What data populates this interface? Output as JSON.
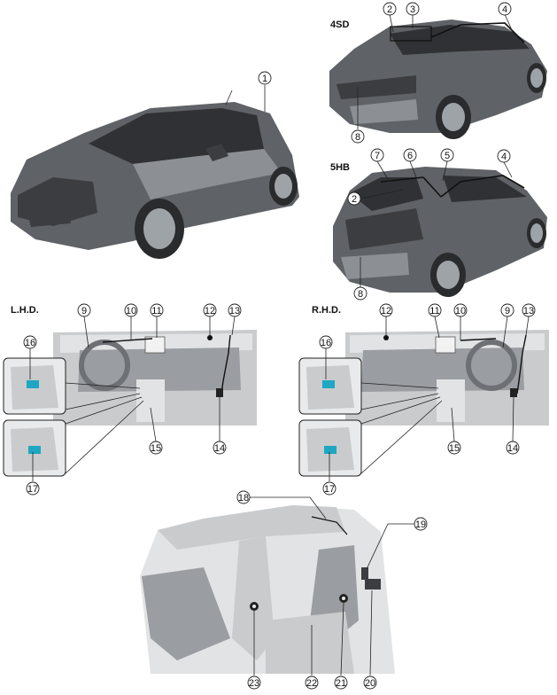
{
  "panels": {
    "sedan_title": "4SD",
    "hatch_title": "5HB",
    "lhd_title": "L.H.D.",
    "rhd_title": "R.H.D."
  },
  "callouts": {
    "c1": "1",
    "c2": "2",
    "c3": "3",
    "c4": "4",
    "c5": "5",
    "c6": "6",
    "c7": "7",
    "c8": "8",
    "c9": "9",
    "c10": "10",
    "c11": "11",
    "c12": "12",
    "c13": "13",
    "c14": "14",
    "c15": "15",
    "c16": "16",
    "c17": "17",
    "c18": "18",
    "c19": "19",
    "c20": "20",
    "c21": "21",
    "c22": "22",
    "c23": "23"
  },
  "colors": {
    "highlight": "#1fa6c2",
    "body": "#5f6266",
    "interior": "#c9cbcd"
  }
}
